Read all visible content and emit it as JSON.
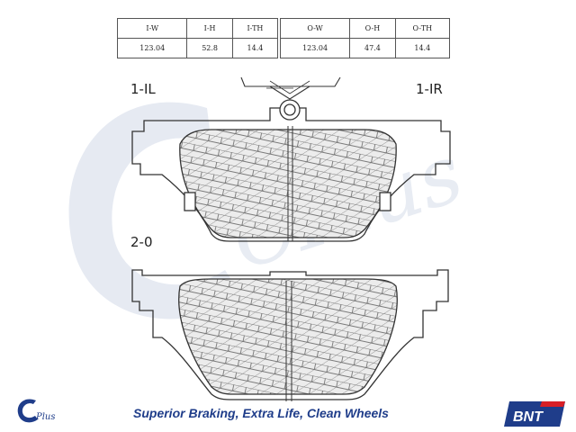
{
  "dimension_table": {
    "inner": {
      "headers": [
        "I-W",
        "I-H",
        "I-TH"
      ],
      "values": [
        "123.04",
        "52.8",
        "14.4"
      ]
    },
    "outer": {
      "headers": [
        "O-W",
        "O-H",
        "O-TH"
      ],
      "values": [
        "123.04",
        "47.4",
        "14.4"
      ]
    }
  },
  "labels": {
    "inner_left": "1-IL",
    "inner_right": "1-IR",
    "outer": "2-0"
  },
  "watermark_text": "CPlus",
  "footer": {
    "logo_mark": "C",
    "logo_sub": "Plus",
    "tagline": "Superior Braking, Extra Life, Clean Wheels",
    "brand": "BNT"
  },
  "colors": {
    "line": "#333333",
    "fill": "#ececec",
    "mesh": "#555555",
    "brand_blue": "#1f3d8a",
    "brand_red": "#d81f26",
    "watermark": "#e6eaf2"
  }
}
